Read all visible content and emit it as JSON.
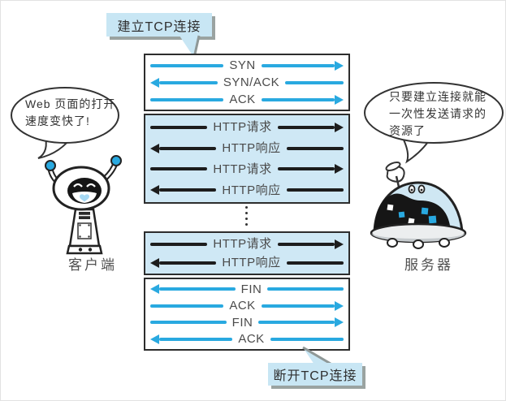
{
  "callouts": {
    "establish": "建立TCP连接",
    "close": "断开TCP连接"
  },
  "flow": {
    "handshake": [
      "SYN",
      "SYN/ACK",
      "ACK"
    ],
    "http_first": [
      "HTTP请求",
      "HTTP响应",
      "HTTP请求",
      "HTTP响应"
    ],
    "http_last": [
      "HTTP请求",
      "HTTP响应"
    ],
    "teardown": [
      "FIN",
      "ACK",
      "FIN",
      "ACK"
    ]
  },
  "client": {
    "label": "客户端",
    "speech": [
      "Web 页面的打开",
      "速度变快了!"
    ]
  },
  "server": {
    "label": "服务器",
    "speech": [
      "只要建立连接就能",
      "一次性发送请求的",
      "资源了"
    ]
  },
  "icons": {
    "arrow_right": "▶",
    "arrow_left": "◀",
    "vertical_ellipsis": "⋮"
  },
  "colors": {
    "arrow_blue": "#29a9e0",
    "arrow_dark": "#1d1d1d",
    "panel_blue": "#cfe8f5",
    "callout_blue": "#c8e6f4",
    "callout_shadow": "#9aa3a1",
    "outline": "#2d2d2d"
  }
}
